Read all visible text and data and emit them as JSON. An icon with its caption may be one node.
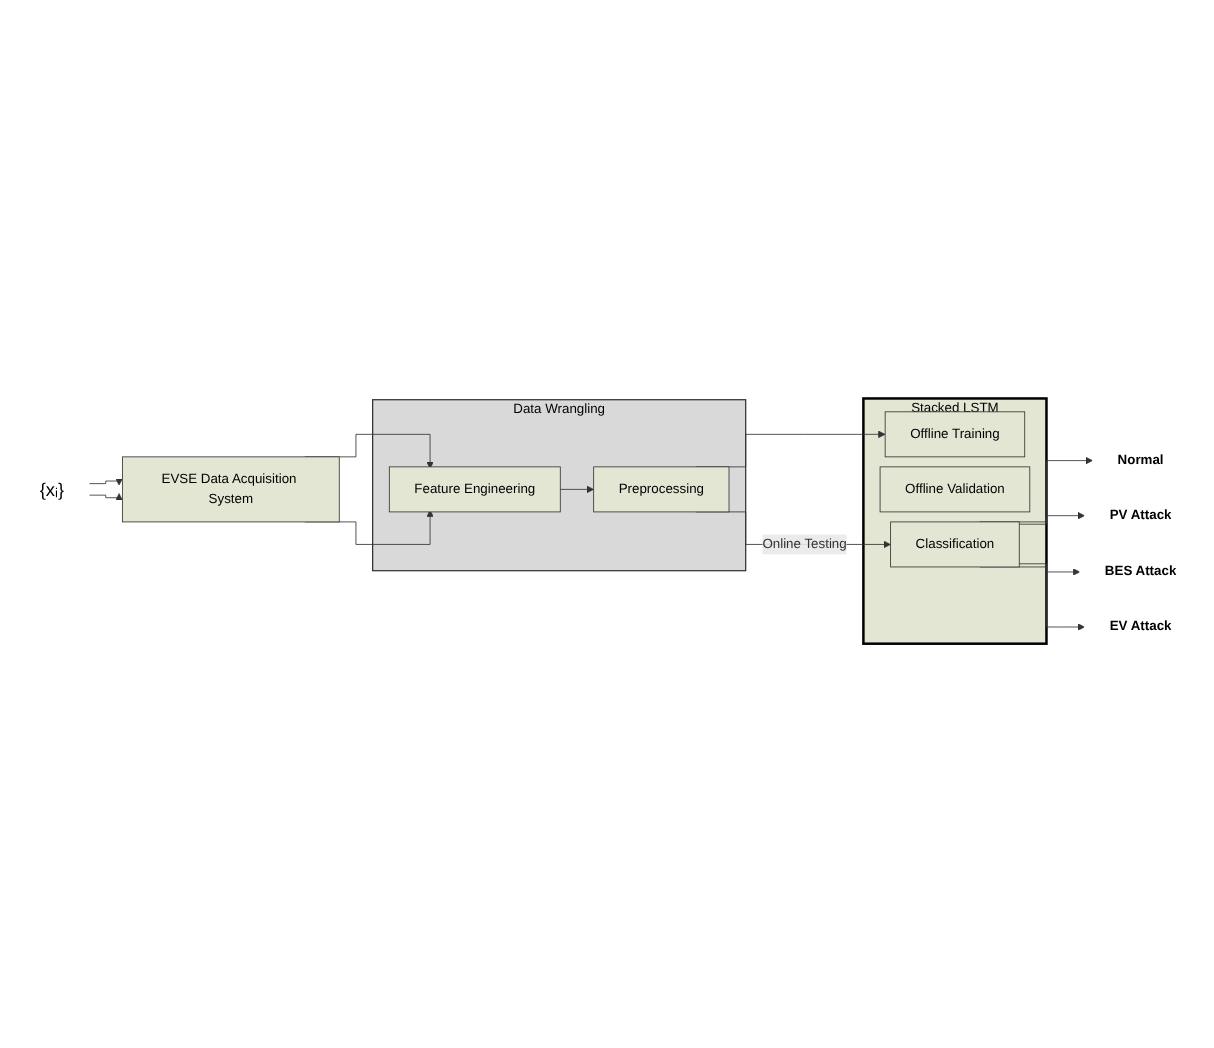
{
  "diagram": {
    "nodes": [
      {
        "text": [
          "{xᵢ}"
        ]
      },
      {
        "text": [
          "EVSE Data Acquisition System"
        ]
      },
      {
        "text": [
          "Data Wrangling"
        ]
      },
      {
        "text": [
          "Feature Engineering"
        ],
        "in": 2
      },
      {
        "text": [
          "Preprocessing"
        ],
        "in": 2
      },
      {
        "text": [
          "Stacked LSTM"
        ]
      },
      {
        "text": [
          "Offline Training"
        ],
        "in": 5
      },
      {
        "text": [
          "Offline Validation"
        ],
        "in": 5
      },
      {
        "text": [
          "Classification"
        ],
        "in": 5
      },
      {
        "text": [
          "Normal"
        ]
      },
      {
        "text": [
          "PV Attack"
        ]
      },
      {
        "text": [
          "BES Attack"
        ]
      },
      {
        "text": [
          "EV Attack"
        ]
      }
    ],
    "edges": [
      {
        "from": 0,
        "to": 1,
        "arrow": "to"
      },
      {
        "from": 0,
        "to": 1,
        "arrow": "to"
      },
      {
        "from": 1,
        "to": 3,
        "arrow": "to"
      },
      {
        "from": 1,
        "to": 3,
        "arrow": "to"
      },
      {
        "from": 3,
        "to": 4,
        "arrow": "to"
      },
      {
        "from": 4,
        "to": 6,
        "arrow": "to"
      },
      {
        "from": 4,
        "to": 8,
        "arrow": "to",
        "label": "Online Testing"
      },
      {
        "from": 8,
        "to": 9,
        "arrow": "to"
      },
      {
        "from": 8,
        "to": 10,
        "arrow": "to"
      },
      {
        "from": 8,
        "to": 11,
        "arrow": "to"
      },
      {
        "from": 8,
        "to": 12,
        "arrow": "to"
      }
    ]
  }
}
